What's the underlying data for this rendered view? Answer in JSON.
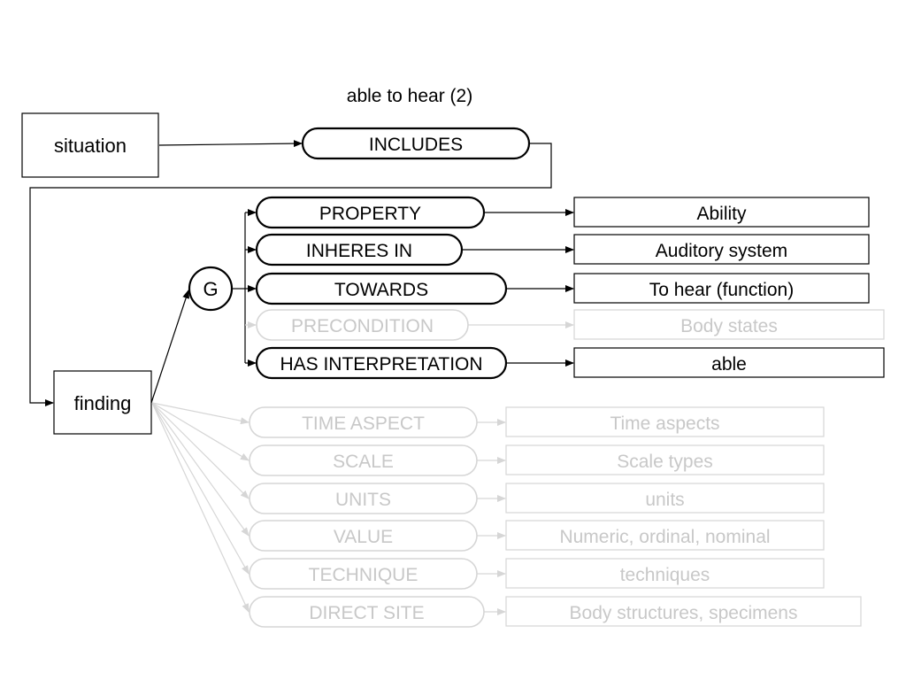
{
  "title": "able to hear (2)",
  "nodes": {
    "situation": "situation",
    "finding": "finding",
    "group": "G",
    "includes": "INCLUDES"
  },
  "attributes": [
    {
      "key": "property",
      "label": "PROPERTY",
      "target": "Ability",
      "active": true
    },
    {
      "key": "inheres-in",
      "label": "INHERES IN",
      "target": "Auditory system",
      "active": true
    },
    {
      "key": "towards",
      "label": "TOWARDS",
      "target": "To hear (function)",
      "active": true
    },
    {
      "key": "precondition",
      "label": "PRECONDITION",
      "target": "Body states",
      "active": false
    },
    {
      "key": "has-interpretation",
      "label": "HAS INTERPRETATION",
      "target": "able",
      "active": true
    },
    {
      "key": "time-aspect",
      "label": "TIME ASPECT",
      "target": "Time aspects",
      "active": false
    },
    {
      "key": "scale",
      "label": "SCALE",
      "target": "Scale types",
      "active": false
    },
    {
      "key": "units",
      "label": "UNITS",
      "target": "units",
      "active": false
    },
    {
      "key": "value",
      "label": "VALUE",
      "target": "Numeric, ordinal, nominal",
      "active": false
    },
    {
      "key": "technique",
      "label": "TECHNIQUE",
      "target": "techniques",
      "active": false
    },
    {
      "key": "direct-site",
      "label": "DIRECT SITE",
      "target": "Body structures, specimens",
      "active": false
    }
  ],
  "colors": {
    "active": "#000000",
    "inactive": "#d6d6d6",
    "active_text": "#000000",
    "inactive_text": "#c8c8c8",
    "background": "#ffffff"
  }
}
